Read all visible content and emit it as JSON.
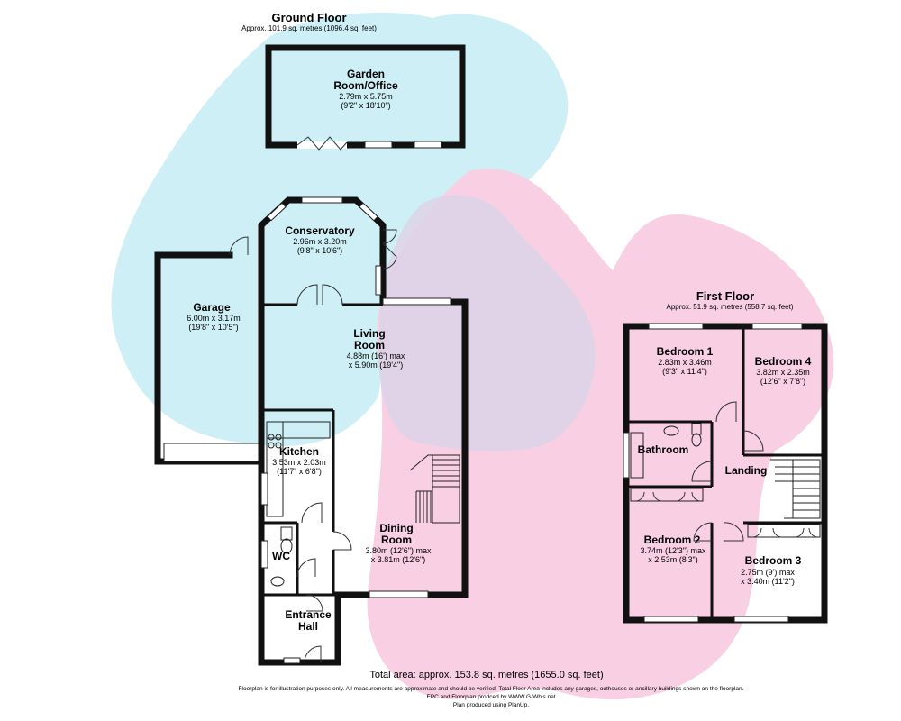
{
  "colors": {
    "blob_blue": "#cdeff5",
    "blob_pink": "#f9cfe3",
    "blob_purple": "#ddd3e8",
    "wall": "#111111"
  },
  "ground_floor": {
    "title": "Ground Floor",
    "area": "Approx. 101.9 sq. metres (1096.4 sq. feet)",
    "rooms": {
      "garden_office": {
        "name_1": "Garden",
        "name_2": "Room/Office",
        "dim_1": "2.79m x 5.75m",
        "dim_2": "(9'2\" x 18'10\")"
      },
      "conservatory": {
        "name_1": "Conservatory",
        "dim_1": "2.96m x 3.20m",
        "dim_2": "(9'8\" x 10'6\")"
      },
      "garage": {
        "name_1": "Garage",
        "dim_1": "6.00m x 3.17m",
        "dim_2": "(19'8\" x 10'5\")"
      },
      "living_room": {
        "name_1": "Living",
        "name_2": "Room",
        "dim_1": "4.88m (16') max",
        "dim_2": "x 5.90m (19'4\")"
      },
      "kitchen": {
        "name_1": "Kitchen",
        "dim_1": "3.53m x 2.03m",
        "dim_2": "(11'7\" x 6'8\")"
      },
      "wc": {
        "name_1": "WC"
      },
      "dining_room": {
        "name_1": "Dining",
        "name_2": "Room",
        "dim_1": "3.80m (12'6\") max",
        "dim_2": "x 3.81m (12'6\")"
      },
      "entrance_hall": {
        "name_1": "Entrance",
        "name_2": "Hall"
      }
    }
  },
  "first_floor": {
    "title": "First Floor",
    "area": "Approx. 51.9 sq. metres (558.7 sq. feet)",
    "rooms": {
      "bedroom_1": {
        "name_1": "Bedroom 1",
        "dim_1": "2.83m x 3.46m",
        "dim_2": "(9'3\" x 11'4\")"
      },
      "bedroom_4": {
        "name_1": "Bedroom 4",
        "dim_1": "3.82m x 2.35m",
        "dim_2": "(12'6\" x 7'8\")"
      },
      "bathroom": {
        "name_1": "Bathroom"
      },
      "landing": {
        "name_1": "Landing"
      },
      "bedroom_2": {
        "name_1": "Bedroom 2",
        "dim_1": "3.74m (12'3\") max",
        "dim_2": "x 2.53m (8'3\")"
      },
      "bedroom_3": {
        "name_1": "Bedroom 3",
        "dim_1": "2.75m (9') max",
        "dim_2": "x 3.40m (11'2\")"
      }
    }
  },
  "footer": {
    "total": "Total area: approx. 153.8 sq. metres (1655.0 sq. feet)",
    "disclaimer": "Floorplan is for illustration purposes only. All measurements are approximate and should be verified. Total Floor Area includes any garages, outhouses or ancillary buildings shown on the floorplan.",
    "epc": "EPC and Floorplan prodced by WWW.G-Whis.net",
    "produced": "Plan produced using PlanUp."
  }
}
